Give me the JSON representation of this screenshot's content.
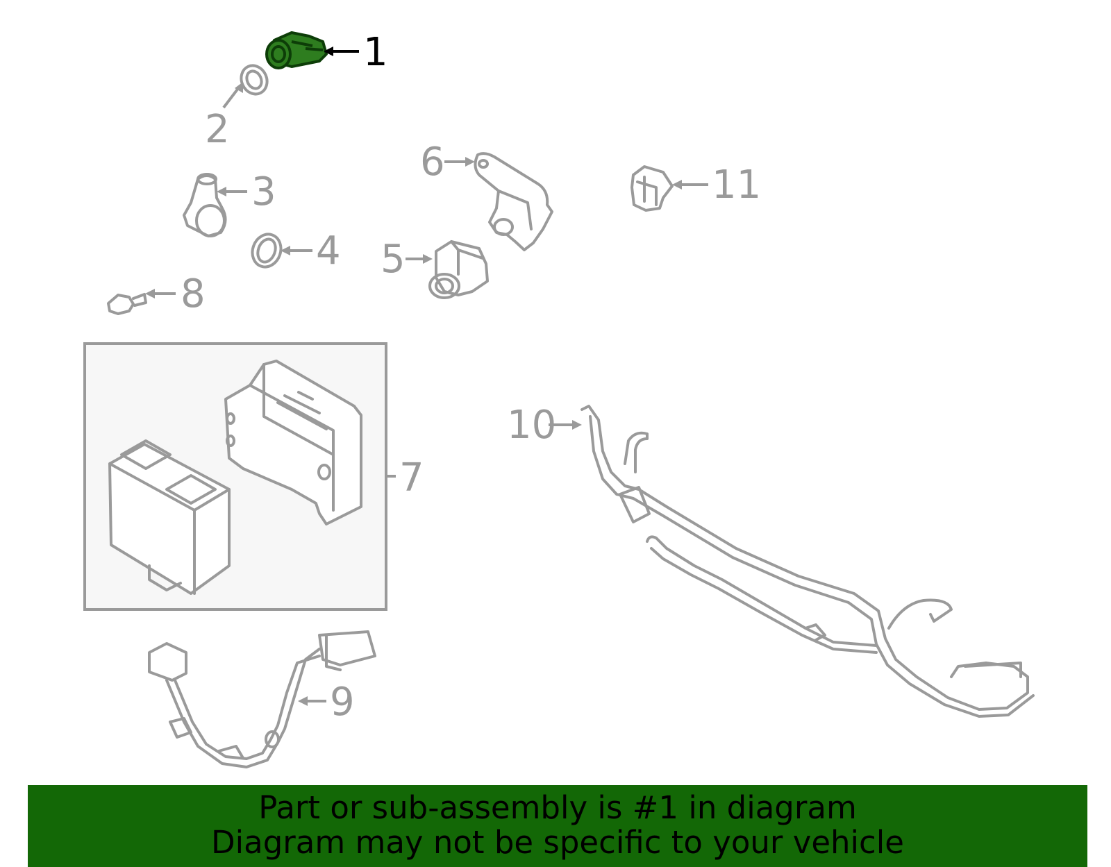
{
  "callouts": {
    "c1": "1",
    "c2": "2",
    "c3": "3",
    "c4": "4",
    "c5": "5",
    "c6": "6",
    "c7": "7",
    "c8": "8",
    "c9": "9",
    "c10": "10",
    "c11": "11"
  },
  "highlighted_part": "1",
  "colors": {
    "highlight": "#2e7d1f",
    "banner": "#136806",
    "line": "#9a9a9a"
  },
  "banner": {
    "line1": "Part or sub-assembly is #1 in diagram",
    "line2": "Diagram may not be specific to your vehicle"
  }
}
